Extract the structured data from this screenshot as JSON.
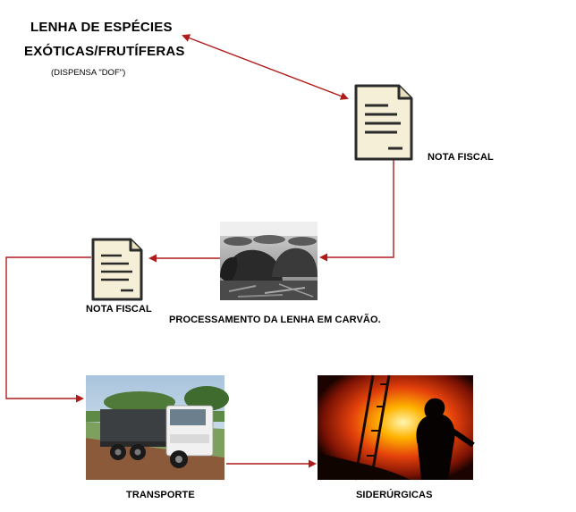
{
  "header": {
    "title_line1": "LENHA DE ESPÉCIES",
    "title_line2": "EXÓTICAS/FRUTÍFERAS",
    "subtitle": "(DISPENSA \"DOF\")"
  },
  "nodes": {
    "nota_fiscal_1": "NOTA FISCAL",
    "processamento": "PROCESSAMENTO DA LENHA EM CARVÃO.",
    "nota_fiscal_2": "NOTA FISCAL",
    "transporte": "TRANSPORTE",
    "siderurgicas": "SIDERÚRGICAS"
  },
  "icons": {
    "document": "document-icon",
    "charcoal": "charcoal-kiln-photo",
    "truck": "truck-photo",
    "steel": "steelworker-photo"
  },
  "colors": {
    "arrow": "#b01c1c",
    "doc_fill": "#f4efd6",
    "doc_stroke": "#2b2b2b"
  }
}
